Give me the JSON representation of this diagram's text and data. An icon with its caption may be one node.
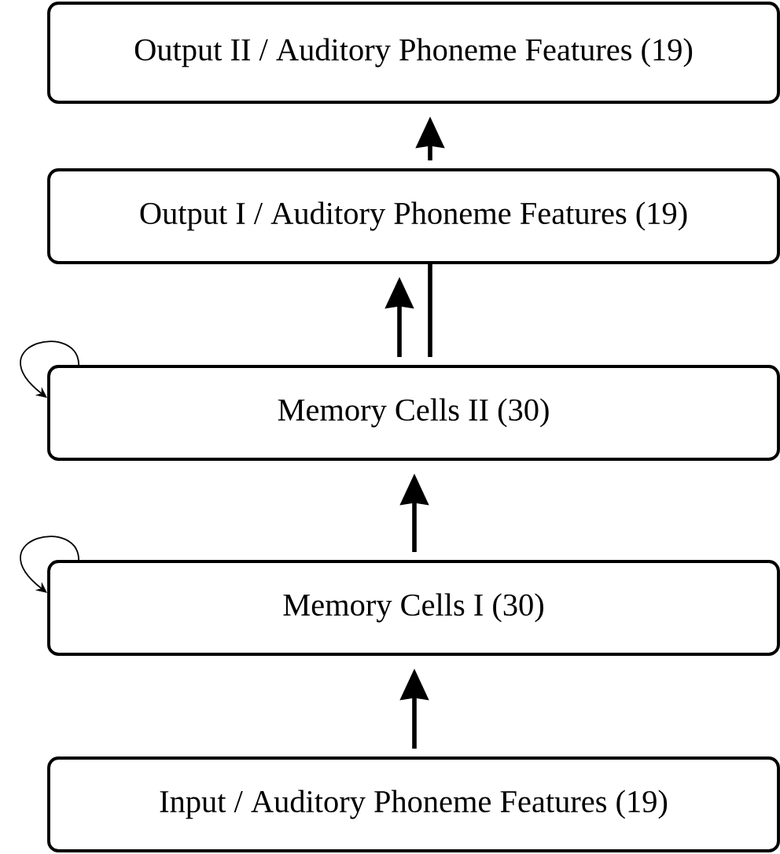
{
  "diagram": {
    "nodes": [
      {
        "text": [
          "Output II / Auditory Phoneme Features (19)"
        ]
      },
      {
        "text": [
          "Output I / Auditory Phoneme Features (19)"
        ]
      },
      {
        "text": [
          "Memory Cells II (30)"
        ]
      },
      {
        "text": [
          "Memory Cells I (30)"
        ]
      },
      {
        "text": [
          "Input / Auditory Phoneme Features (19)"
        ]
      }
    ],
    "edges": [
      {
        "from": 4,
        "to": 3,
        "arrow": "to"
      },
      {
        "from": 3,
        "to": 2,
        "arrow": "to"
      },
      {
        "from": 2,
        "to": 1,
        "arrow": "to"
      },
      {
        "from": 2,
        "to": 1,
        "arrow": "none"
      },
      {
        "from": 1,
        "to": 0,
        "arrow": "to"
      },
      {
        "from": 3,
        "to": 3,
        "arrow": "to"
      },
      {
        "from": 2,
        "to": 2,
        "arrow": "to"
      }
    ]
  }
}
